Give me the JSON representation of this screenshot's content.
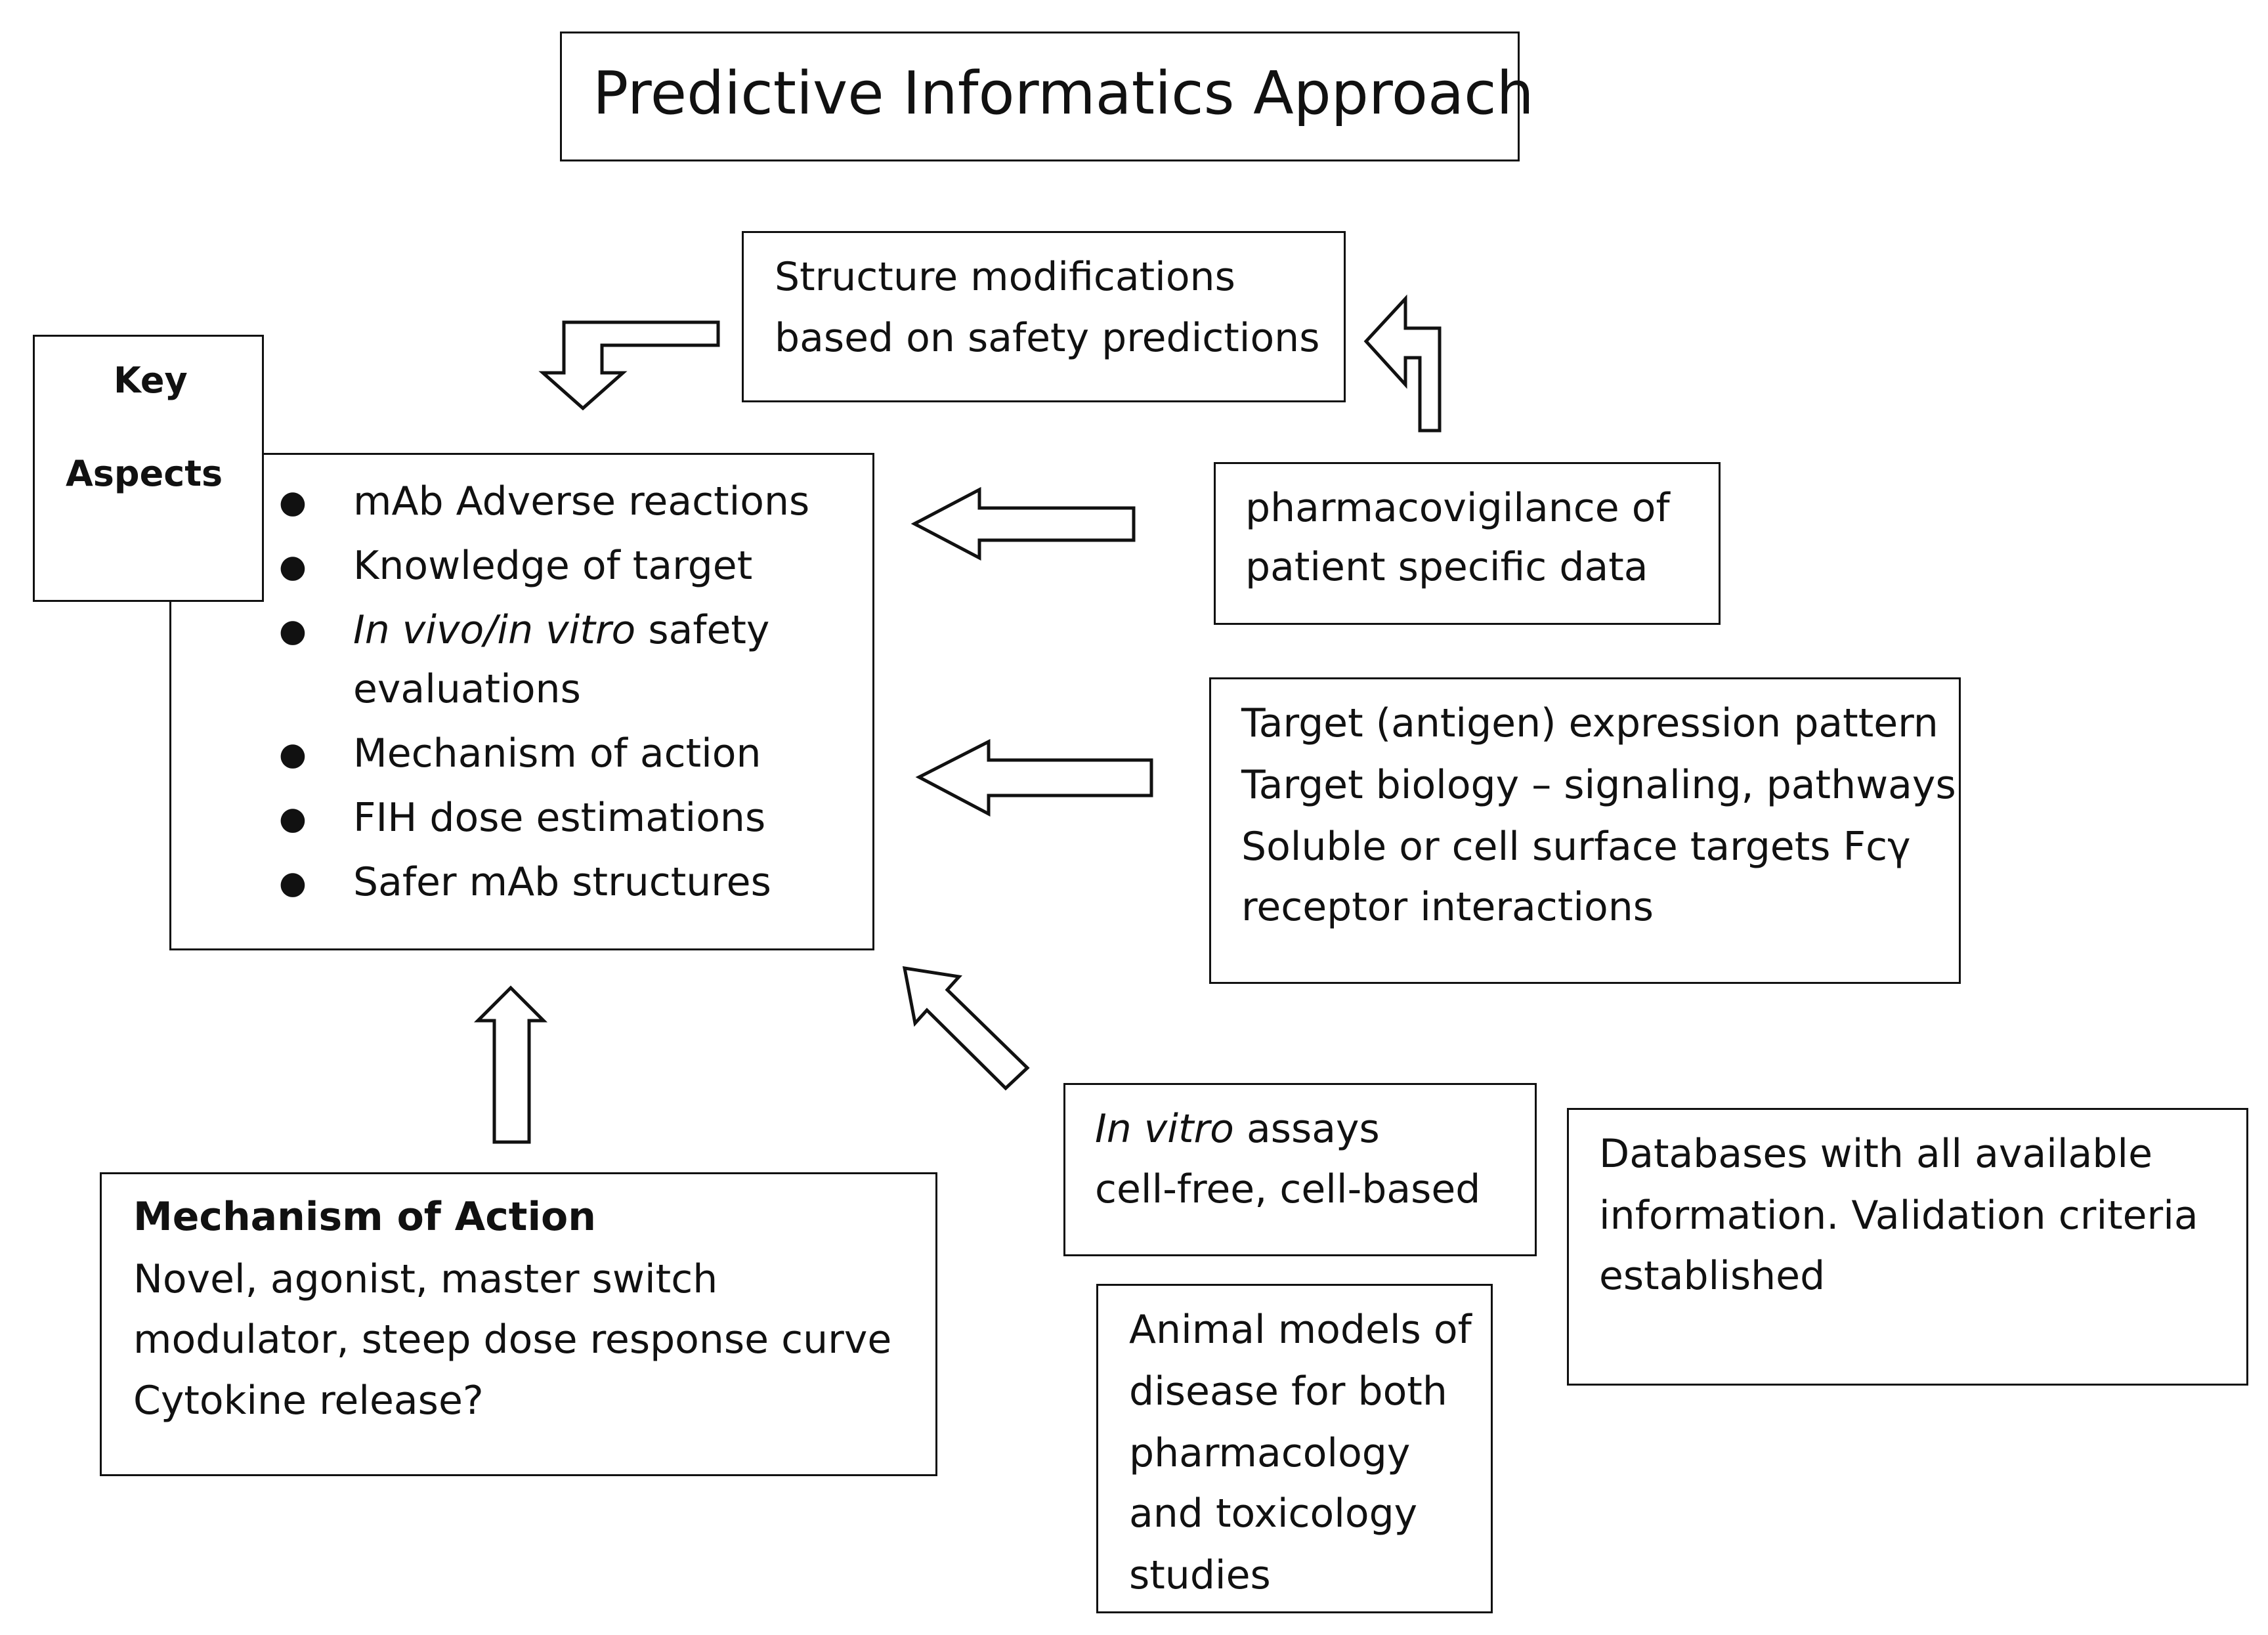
{
  "title": "Predictive Informatics Approach",
  "key_aspects": {
    "label_line1": "Key",
    "label_line2": "Aspects",
    "items": [
      "mAb Adverse reactions",
      "Knowledge of target",
      "safety",
      "evaluations",
      "Mechanism of action",
      "FIH dose estimations",
      "Safer mAb structures"
    ],
    "item_italic_part": "In vivo/in vitro"
  },
  "structure_box": {
    "lines": [
      "Structure modifications",
      "based on safety predictions"
    ]
  },
  "pharmacovigilance_box": {
    "lines": [
      "pharmacovigilance  of",
      "patient  specific data"
    ]
  },
  "target_box": {
    "lines": [
      "Target (antigen) expression pattern",
      "Target biology – signaling, pathways",
      "Soluble or cell surface targets Fcγ",
      "receptor interactions"
    ]
  },
  "mechanism_box": {
    "heading": "Mechanism of Action",
    "lines": [
      "Novel, agonist, master switch",
      "modulator, steep dose response curve",
      "Cytokine release?"
    ]
  },
  "invitro_box": {
    "italic": "In vitro",
    "line1_rest": " assays",
    "line2": "cell-free, cell-based"
  },
  "animal_box": {
    "lines": [
      "Animal models of",
      "disease for both",
      "pharmacology",
      "and toxicology",
      "studies"
    ]
  },
  "databases_box": {
    "lines": [
      "Databases with all available",
      "information. Validation criteria",
      "established"
    ]
  }
}
